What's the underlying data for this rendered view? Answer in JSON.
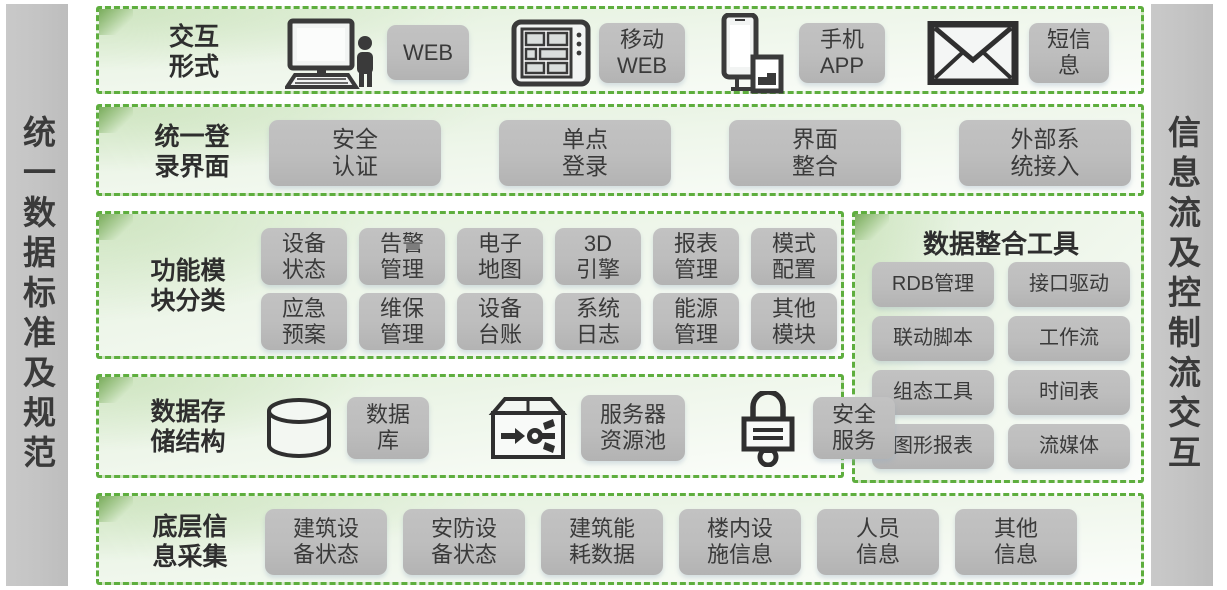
{
  "sidebars": {
    "left": {
      "text": "统一数据标准及规范"
    },
    "right": {
      "text": "信息流及控制流交互"
    }
  },
  "rows": [
    {
      "id": "interaction",
      "label": "交互\n形式",
      "items": [
        {
          "icon": "desktop-computer-user-icon",
          "label": "WEB"
        },
        {
          "icon": "tablet-icon",
          "label": "移动\nWEB"
        },
        {
          "icon": "mobile-phone-icon",
          "label": "手机\nAPP"
        },
        {
          "icon": "envelope-icon",
          "label": "短信\n息"
        }
      ]
    },
    {
      "id": "unified-login",
      "label": "统一登\n录界面",
      "items": [
        {
          "label": "安全\n认证"
        },
        {
          "label": "单点\n登录"
        },
        {
          "label": "界面\n整合"
        },
        {
          "label": "外部系\n统接入"
        }
      ]
    },
    {
      "id": "function-modules",
      "label": "功能模\n块分类",
      "items": [
        {
          "label": "设备\n状态"
        },
        {
          "label": "告警\n管理"
        },
        {
          "label": "电子\n地图"
        },
        {
          "label": "3D\n引擎"
        },
        {
          "label": "报表\n管理"
        },
        {
          "label": "模式\n配置"
        },
        {
          "label": "应急\n预案"
        },
        {
          "label": "维保\n管理"
        },
        {
          "label": "设备\n台账"
        },
        {
          "label": "系统\n日志"
        },
        {
          "label": "能源\n管理"
        },
        {
          "label": "其他\n模块"
        }
      ]
    },
    {
      "id": "data-storage",
      "label": "数据存\n储结构",
      "items": [
        {
          "icon": "database-cylinder-icon",
          "label": "数据\n库"
        },
        {
          "icon": "server-resource-pool-icon",
          "label": "服务器\n资源池"
        },
        {
          "icon": "padlock-icon",
          "label": "安全\n服务"
        }
      ]
    },
    {
      "id": "base-collection",
      "label": "底层信\n息采集",
      "items": [
        {
          "label": "建筑设\n备状态"
        },
        {
          "label": "安防设\n备状态"
        },
        {
          "label": "建筑能\n耗数据"
        },
        {
          "label": "楼内设\n施信息"
        },
        {
          "label": "人员\n信息"
        },
        {
          "label": "其他\n信息"
        }
      ]
    }
  ],
  "integration_panel": {
    "title": "数据整合工具",
    "items": [
      "RDB管理",
      "接口驱动",
      "联动脚本",
      "工作流",
      "组态工具",
      "时间表",
      "图形报表",
      "流媒体"
    ]
  },
  "colors": {
    "panel_border": "#5eae3e",
    "panel_bg": "#e2f0db",
    "chip_bg": "#bdbdbd",
    "sidebar_bg": "#c4c4c4",
    "text": "#3a3a3a"
  }
}
